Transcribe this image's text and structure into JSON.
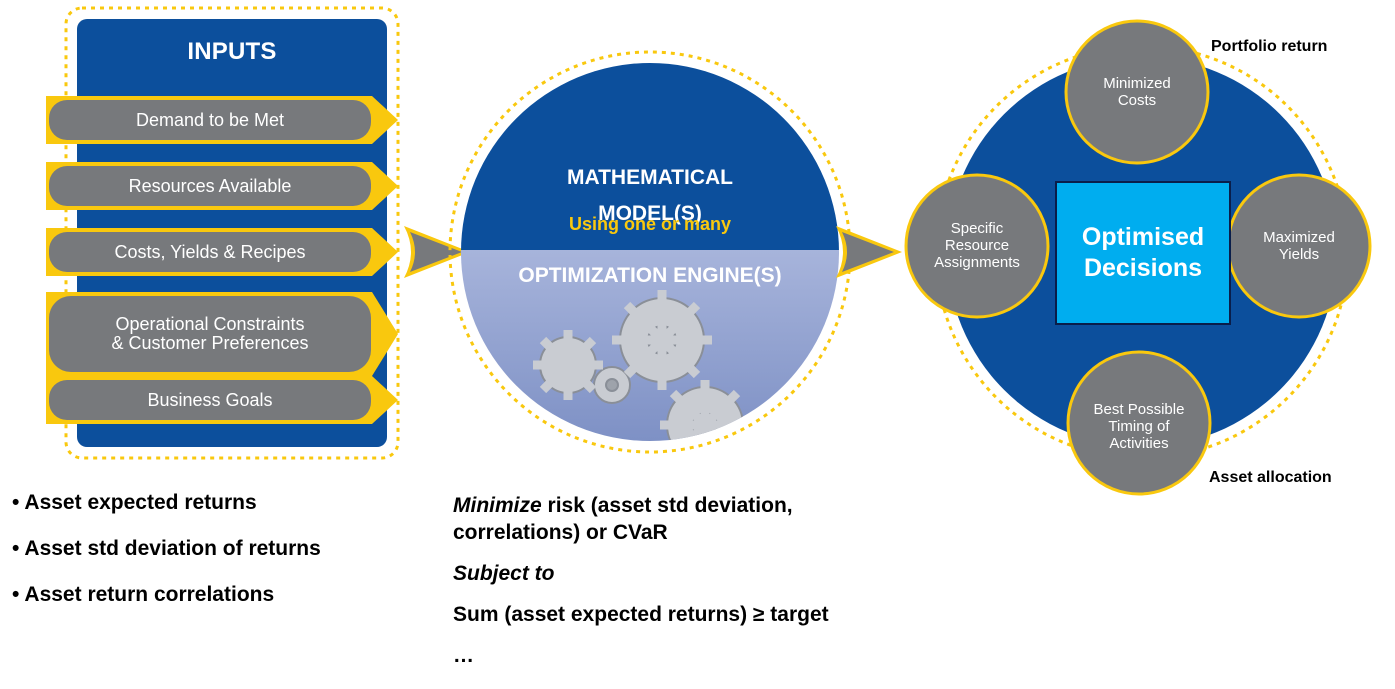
{
  "inputs": {
    "title": "INPUTS",
    "items": [
      "Demand to be Met",
      "Resources Available",
      "Costs, Yields & Recipes",
      "Operational Constraints\n& Customer Preferences",
      "Business Goals"
    ]
  },
  "model": {
    "title_line1": "MATHEMATICAL",
    "title_line2": "MODEL(S)",
    "subtitle": "Using one or many",
    "engine": "OPTIMIZATION ENGINE(S)"
  },
  "outputs": {
    "center_line1": "Optimised",
    "center_line2": "Decisions",
    "top": "Minimized\nCosts",
    "right": "Maximized\nYields",
    "bottom": "Best Possible\nTiming of\nActivities",
    "left": "Specific\nResource\nAssignments",
    "portfolio_label": "Portfolio return",
    "allocation_label": "Asset allocation"
  },
  "bullets": [
    "• Asset expected returns",
    "• Asset std deviation of returns",
    "• Asset return correlations"
  ],
  "formula": {
    "line1_italic": "Minimize",
    "line1_rest": " risk (asset std deviation,",
    "line2": "correlations) or CVaR",
    "subject_to": "Subject to",
    "constraint": "Sum (asset expected returns) ≥ target",
    "ellipsis": "…"
  },
  "colors": {
    "navy": "#0c4f9c",
    "gold": "#f9c80e",
    "gray": "#77797c",
    "cyan": "#00adef",
    "lavender": "#8c9bca"
  }
}
